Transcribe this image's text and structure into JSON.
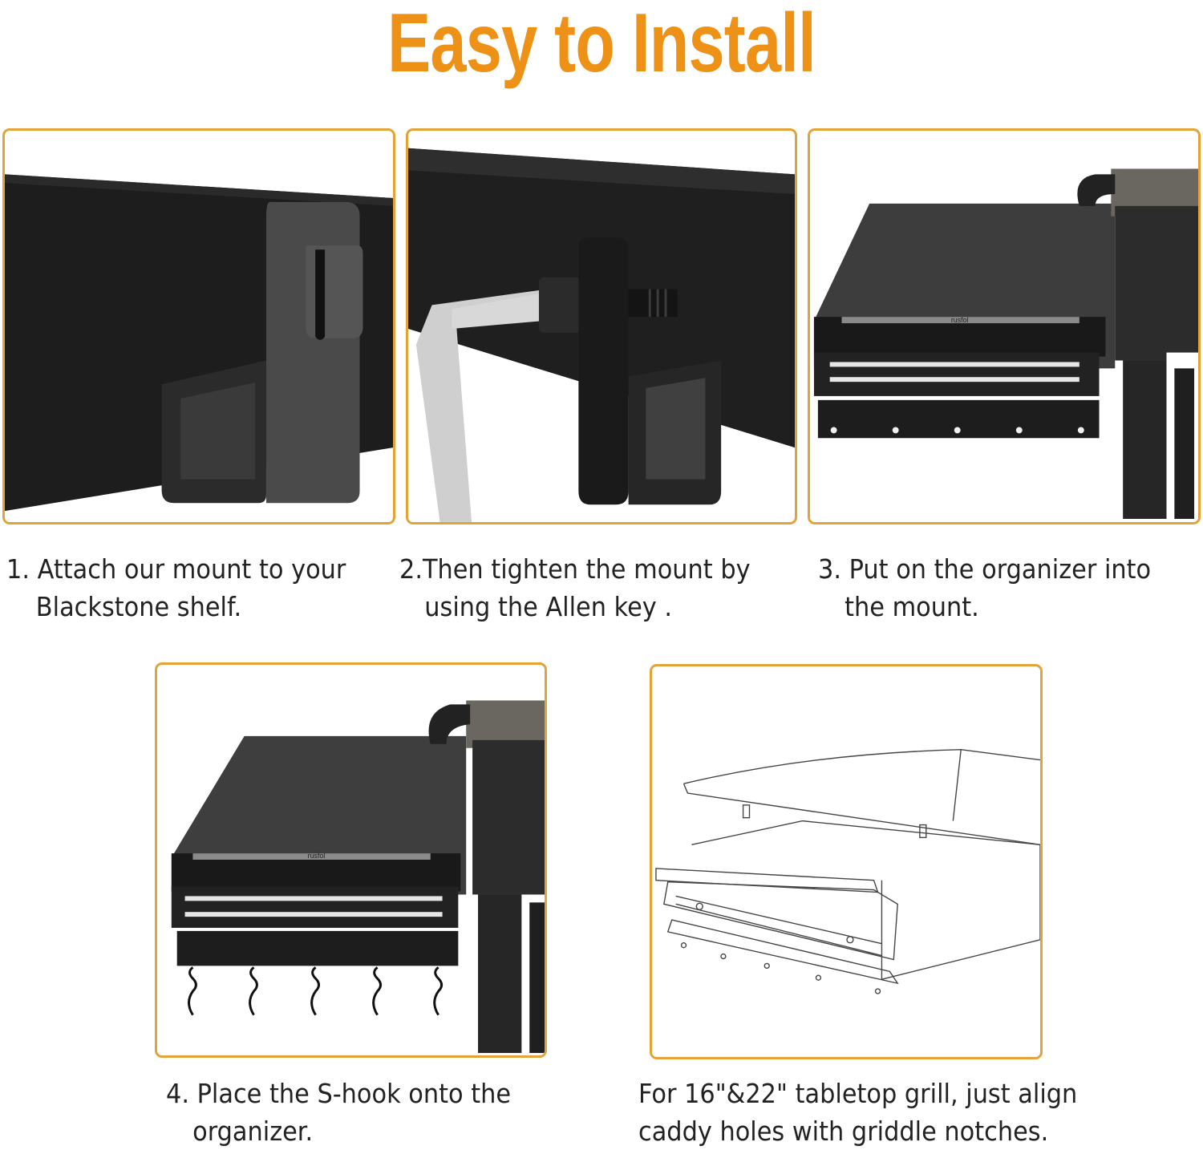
{
  "title": "Easy to Install",
  "colors": {
    "title": "#EE9217",
    "panel_border": "#E2A33A",
    "text": "#222222",
    "metal_dark": "#1c1c1c",
    "metal_mid": "#3a3a3a"
  },
  "steps": [
    {
      "image": "mount-clamp-on-shelf",
      "line1": "1. Attach our mount to your",
      "line2": "Blackstone shelf."
    },
    {
      "image": "allen-key-tightening-mount",
      "line1": "2.Then tighten the mount by",
      "line2": "using the Allen key ."
    },
    {
      "image": "organizer-on-griddle-shelf",
      "line1": "3. Put on the organizer into",
      "line2": "the mount."
    },
    {
      "image": "organizer-with-s-hooks",
      "line1": "4. Place the S-hook onto the",
      "line2": "organizer."
    },
    {
      "image": "tabletop-grill-line-drawing",
      "line1": "For 16\"&22\" tabletop grill, just align",
      "line2": "caddy holes with griddle notches."
    }
  ],
  "brand_mark": "rusfol"
}
